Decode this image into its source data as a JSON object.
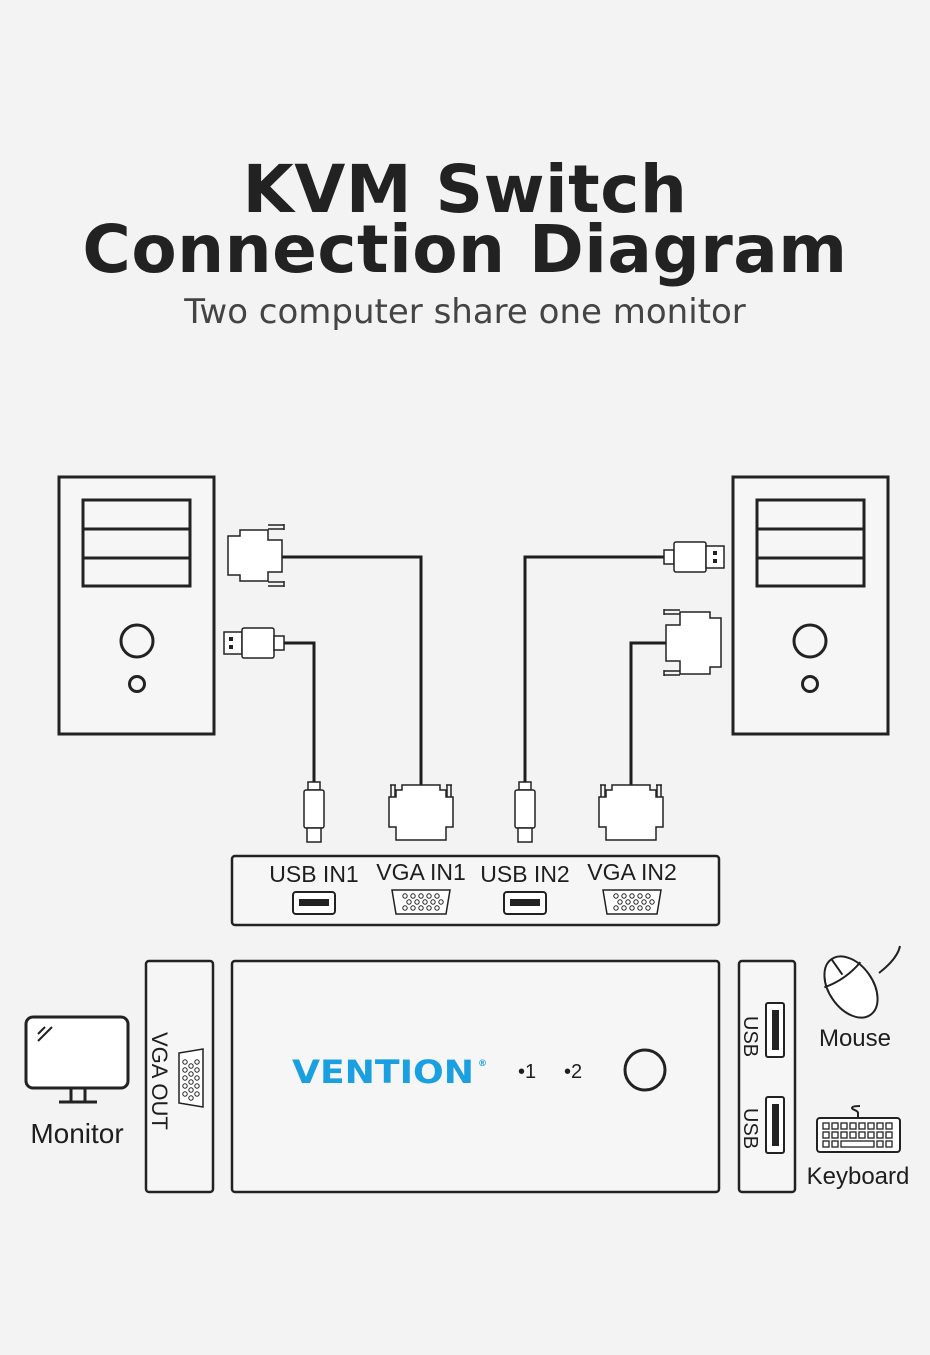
{
  "title_line1": "KVM Switch",
  "title_line2": "Connection Diagram",
  "subtitle": "Two computer share one monitor",
  "ports": {
    "usb_in1": "USB IN1",
    "vga_in1": "VGA IN1",
    "usb_in2": "USB IN2",
    "vga_in2": "VGA IN2",
    "vga_out": "VGA OUT",
    "usb_a": "USB",
    "usb_b": "USB"
  },
  "brand": {
    "name": "VENTION",
    "mark": "®",
    "color": "#1aa0e0"
  },
  "indicators": {
    "led1": "•1",
    "led2": "•2"
  },
  "devices": {
    "monitor": "Monitor",
    "mouse": "Mouse",
    "keyboard": "Keyboard"
  }
}
